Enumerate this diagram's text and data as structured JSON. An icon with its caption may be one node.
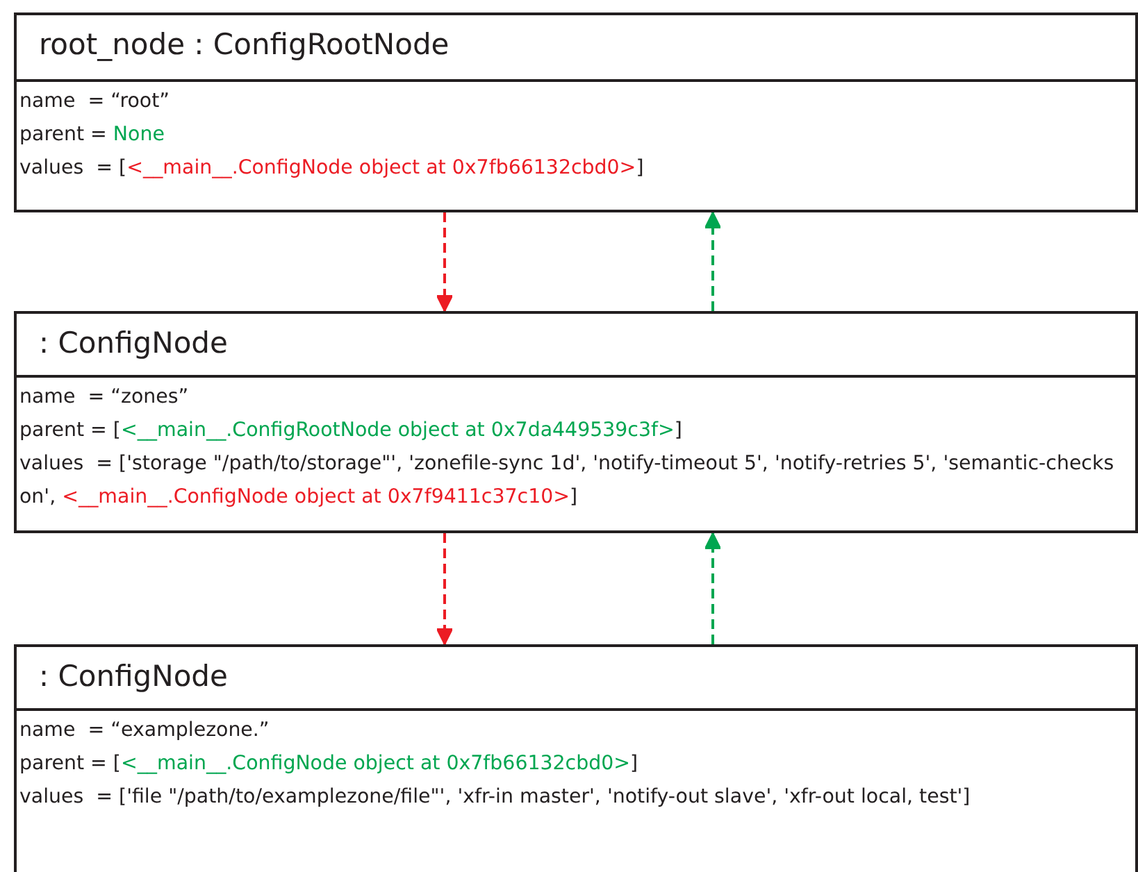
{
  "diagram": {
    "nodes": [
      {
        "text": [
          "root_node : ConfigRootNode",
          "name  = “root”",
          "parent =",
          "None",
          "values  = [",
          "<__main__.ConfigNode object at 0x7fb66132cbd0>",
          "]"
        ]
      },
      {
        "text": [
          ": ConfigNode",
          "name  = “zones”",
          "parent = [",
          "<__main__.ConfigRootNode object at 0x7da449539c3f>",
          "]",
          "values  = ['storage \"/path/to/storage\"', 'zonefile-sync 1d', 'notify-timeout 5', 'notify-retries 5', 'semantic-checks on',",
          "<__main__.ConfigNode object at 0x7f9411c37c10>",
          "]"
        ]
      },
      {
        "text": [
          ": ConfigNode",
          "name  = “examplezone.”",
          "parent = [",
          "<__main__.ConfigNode object at 0x7fb66132cbd0>",
          "]",
          "values  = ['file \"/path/to/examplezone/file\"', 'xfr-in master', 'notify-out slave', 'xfr-out local, test']"
        ]
      }
    ],
    "edges": [
      {
        "from": 0,
        "to": 1,
        "arrow": "to",
        "style": "dashed",
        "color": "#ec1c24"
      },
      {
        "from": 1,
        "to": 0,
        "arrow": "to",
        "style": "dashed",
        "color": "#00a650"
      },
      {
        "from": 1,
        "to": 2,
        "arrow": "to",
        "style": "dashed",
        "color": "#ec1c24"
      },
      {
        "from": 2,
        "to": 1,
        "arrow": "to",
        "style": "dashed",
        "color": "#00a650"
      }
    ]
  }
}
